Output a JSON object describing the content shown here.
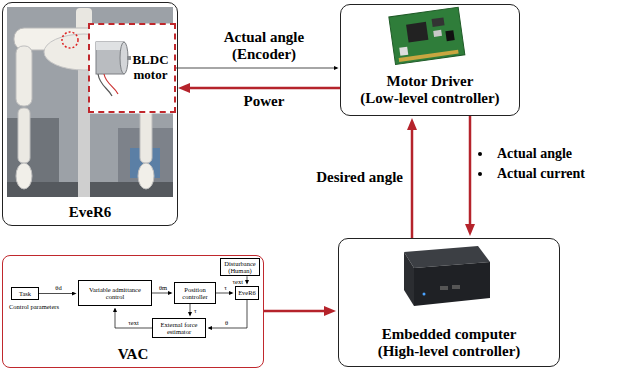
{
  "diagram": {
    "nodes": [
      {
        "text": [
          "EveR6"
        ]
      },
      {
        "text": [
          "BLDC motor"
        ],
        "in": 0
      },
      {
        "text": [
          "Motor Driver",
          "(Low-level controller)"
        ]
      },
      {
        "text": [
          "Embedded computer",
          "(High-level controller)"
        ]
      },
      {
        "text": [
          "VAC"
        ]
      },
      {
        "text": [
          "Task"
        ],
        "in": 4
      },
      {
        "text": [
          "Variable admittance control"
        ],
        "in": 4
      },
      {
        "text": [
          "Position controller"
        ],
        "in": 4
      },
      {
        "text": [
          "EveR6"
        ],
        "in": 4
      },
      {
        "text": [
          "Disturbance (Human)"
        ],
        "in": 4
      },
      {
        "text": [
          "External force estimator"
        ],
        "in": 4
      }
    ],
    "edges": [
      {
        "from": 1,
        "to": 2,
        "label": "Actual angle (Encoder)",
        "arrow": "to"
      },
      {
        "from": 2,
        "to": 1,
        "label": "Power",
        "arrow": "to"
      },
      {
        "from": 3,
        "to": 2,
        "label": "Desired angle",
        "arrow": "to"
      },
      {
        "from": 2,
        "to": 3,
        "arrow": "to"
      },
      {
        "from": 4,
        "to": 3,
        "arrow": "to"
      },
      {
        "from": 5,
        "to": 6,
        "label": "θd",
        "arrow": "to"
      },
      {
        "from": 6,
        "to": 7,
        "label": "θm",
        "arrow": "to"
      },
      {
        "from": 7,
        "to": 8,
        "label": "τ",
        "arrow": "to"
      },
      {
        "from": 9,
        "to": 8,
        "label": "τext",
        "arrow": "to"
      },
      {
        "from": 8,
        "to": 10,
        "label": "θ",
        "arrow": "to"
      },
      {
        "from": 7,
        "to": 10,
        "label": "τ",
        "arrow": "to"
      },
      {
        "from": 10,
        "to": 6,
        "label": "τext",
        "arrow": "to"
      }
    ],
    "labels": [
      "Actual angle",
      "Actual current",
      "Control parameters"
    ]
  }
}
